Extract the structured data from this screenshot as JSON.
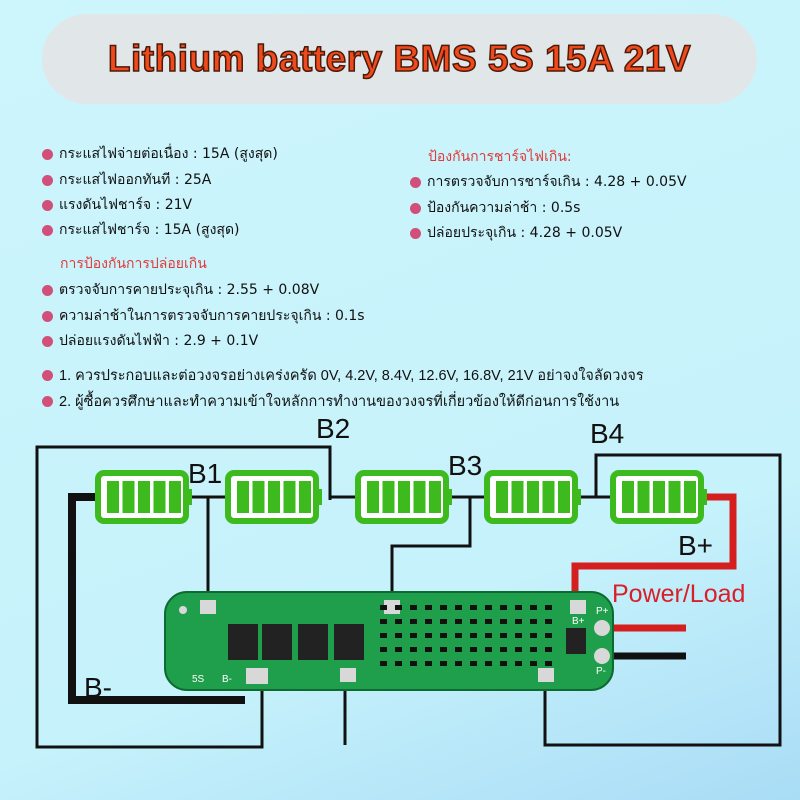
{
  "title": "Lithium battery BMS 5S 15A 21V",
  "specs_left": [
    "กระแสไฟจ่ายต่อเนื่อง : 15A (สูงสุด)",
    "กระแสไฟออกทันที : 25A",
    "แรงดันไฟชาร์จ : 21V",
    "กระแสไฟชาร์จ : 15A (สูงสุด)"
  ],
  "discharge_heading": "การป้องกันการปล่อยเกิน",
  "discharge_specs": [
    "ตรวจจับการคายประจุเกิน : 2.55 + 0.08V",
    "ความล่าช้าในการตรวจจับการคายประจุเกิน : 0.1s",
    "ปล่อยแรงดันไฟฟ้า : 2.9 + 0.1V"
  ],
  "charge_heading": "ป้องกันการชาร์จไฟเกิน:",
  "charge_specs": [
    "การตรวจจับการชาร์จเกิน : 4.28 + 0.05V",
    "ป้องกันความล่าช้า : 0.5s",
    "ปล่อยประจุเกิน : 4.28 + 0.05V"
  ],
  "notes": [
    "1. ควรประกอบและต่อวงจรอย่างเคร่งครัด 0V, 4.2V, 8.4V, 12.6V, 16.8V, 21V อย่าจงใจลัดวงจร",
    "2. ผู้ซื้อควรศึกษาและทำความเข้าใจหลักการทำงานของวงจรที่เกี่ยวข้องให้ดีก่อนการใช้งาน"
  ],
  "diagram": {
    "labels": {
      "b1": "B1",
      "b2": "B2",
      "b3": "B3",
      "b4": "B4",
      "bplus": "B+",
      "bminus": "B-",
      "load": "Power/Load"
    },
    "pcb_text": {
      "model": "5S",
      "bminus": "B-",
      "bplus": "B+",
      "pplus": "P+",
      "pminus": "P-"
    },
    "battery_color": "#3dbb1e",
    "pcb_color": "#1f9f4c",
    "wire_red": "#d51f1f"
  }
}
